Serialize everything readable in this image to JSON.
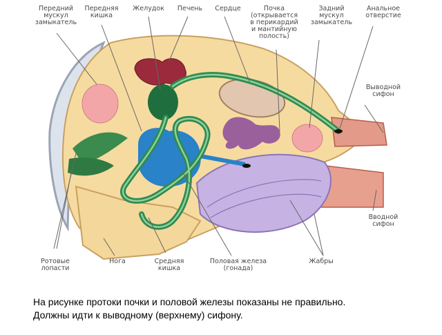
{
  "labels": {
    "anterior_adductor": "Передний\nмускул\nзамыкатель",
    "foregut": "Передняя\nкишка",
    "stomach": "Желудок",
    "liver": "Печень",
    "heart": "Сердце",
    "kidney": "Почка\n(открывается\nв перикардий\nи мантийную\nполость)",
    "posterior_adductor": "Задний\nмускул\nзамыкатель",
    "anus": "Анальное\nотверстие",
    "exhalant_siphon": "Выводной\nсифон",
    "inhalant_siphon": "Вводной\nсифон",
    "labial_palps": "Ротовые\nлопасти",
    "foot": "Нога",
    "midgut": "Средняя\nкишка",
    "gonad": "Половая железа\n(гонада)",
    "gills": "Жабры"
  },
  "caption": {
    "line1": "На рисунке протоки почки и половой железы показаны не правильно.",
    "line2": "Должны идти к выводному (верхнему) сифону."
  }
}
